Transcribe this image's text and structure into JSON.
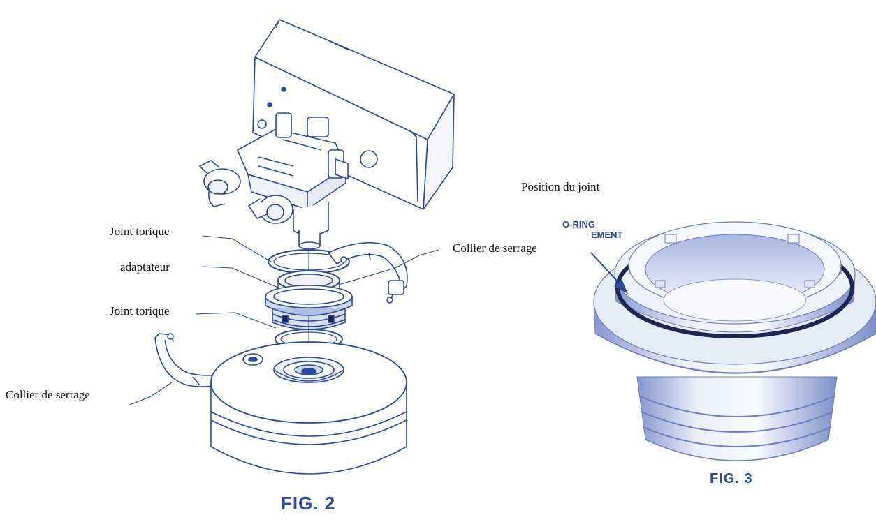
{
  "fig2": {
    "caption": "FIG. 2",
    "labels": {
      "joint_torique_top": "Joint torique",
      "adaptateur": "adaptateur",
      "joint_torique_bottom": "Joint torique",
      "collier_right": "Collier de serrage",
      "collier_left": "Collier de serrage"
    }
  },
  "fig3": {
    "caption": "FIG. 3",
    "position_label": "Position du joint",
    "callout_line1": "O-RING",
    "callout_line2": "EMENT"
  },
  "colors": {
    "drawing": "#2c4a9a",
    "drawing_light": "#cfd8ef",
    "ring_dark": "#1c2650"
  }
}
